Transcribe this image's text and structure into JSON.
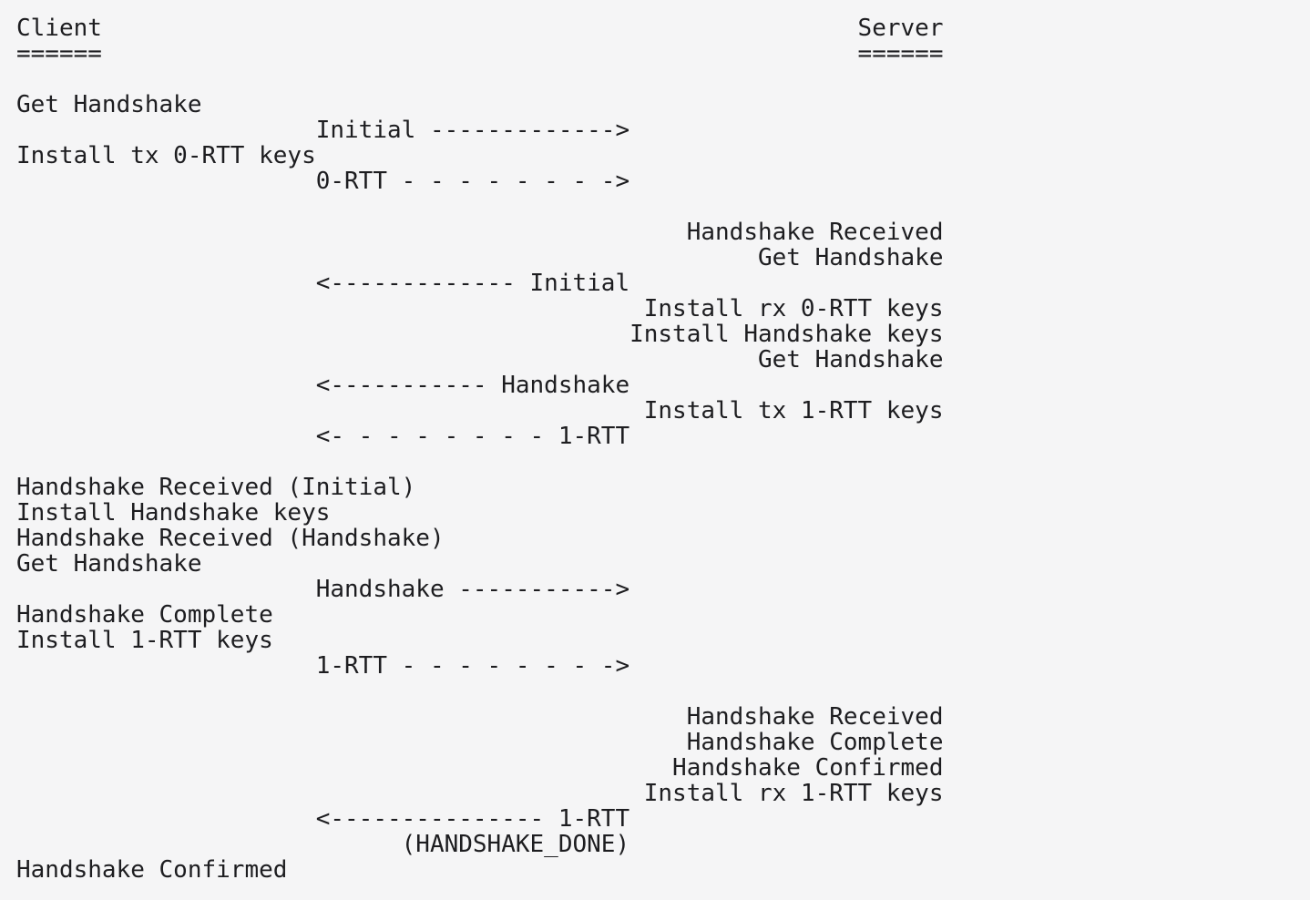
{
  "page": {
    "background": "#f5f5f6",
    "text_color": "#1d1d20"
  },
  "diagram": {
    "kind": "ascii-sequence-diagram",
    "client_label": "Client",
    "server_label": "Server",
    "lines": [
      [
        [
          0,
          "Client"
        ],
        [
          53,
          "Server"
        ]
      ],
      [
        [
          0,
          "======"
        ],
        [
          53,
          "======"
        ]
      ],
      [],
      [
        [
          0,
          "Get Handshake"
        ]
      ],
      [
        [
          21,
          "Initial ------------->"
        ]
      ],
      [
        [
          0,
          "Install tx 0-RTT keys"
        ]
      ],
      [
        [
          21,
          "0-RTT - - - - - - - ->"
        ]
      ],
      [],
      [
        [
          47,
          "Handshake Received"
        ]
      ],
      [
        [
          52,
          "Get Handshake"
        ]
      ],
      [
        [
          21,
          "<------------- Initial"
        ]
      ],
      [
        [
          44,
          "Install rx 0-RTT keys"
        ]
      ],
      [
        [
          43,
          "Install Handshake keys"
        ]
      ],
      [
        [
          52,
          "Get Handshake"
        ]
      ],
      [
        [
          21,
          "<----------- Handshake"
        ]
      ],
      [
        [
          44,
          "Install tx 1-RTT keys"
        ]
      ],
      [
        [
          21,
          "<- - - - - - - - 1-RTT"
        ]
      ],
      [],
      [
        [
          0,
          "Handshake Received (Initial)"
        ]
      ],
      [
        [
          0,
          "Install Handshake keys"
        ]
      ],
      [
        [
          0,
          "Handshake Received (Handshake)"
        ]
      ],
      [
        [
          0,
          "Get Handshake"
        ]
      ],
      [
        [
          21,
          "Handshake ----------->"
        ]
      ],
      [
        [
          0,
          "Handshake Complete"
        ]
      ],
      [
        [
          0,
          "Install 1-RTT keys"
        ]
      ],
      [
        [
          21,
          "1-RTT - - - - - - - ->"
        ]
      ],
      [],
      [
        [
          47,
          "Handshake Received"
        ]
      ],
      [
        [
          47,
          "Handshake Complete"
        ]
      ],
      [
        [
          46,
          "Handshake Confirmed"
        ]
      ],
      [
        [
          44,
          "Install rx 1-RTT keys"
        ]
      ],
      [
        [
          21,
          "<--------------- 1-RTT"
        ]
      ],
      [
        [
          27,
          "(HANDSHAKE_DONE)"
        ]
      ],
      [
        [
          0,
          "Handshake Confirmed"
        ]
      ]
    ]
  }
}
